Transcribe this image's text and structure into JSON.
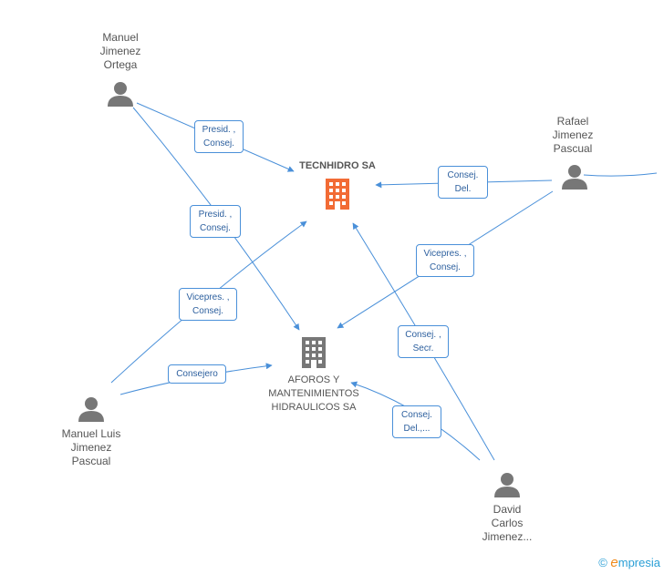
{
  "companies": {
    "tecnhidro": {
      "name": "TECNHIDRO SA",
      "color": "#f26b35"
    },
    "aforos": {
      "name_lines": [
        "AFOROS Y",
        "MANTENIMIENTOS",
        "HIDRAULICOS SA"
      ],
      "color": "#777777"
    }
  },
  "people": {
    "manuel_jo": {
      "lines": [
        "Manuel",
        "Jimenez",
        "Ortega"
      ]
    },
    "rafael": {
      "lines": [
        "Rafael",
        "Jimenez",
        "Pascual"
      ]
    },
    "manuel_lj": {
      "lines": [
        "Manuel Luis",
        "Jimenez",
        "Pascual"
      ]
    },
    "david": {
      "lines": [
        "David",
        "Carlos",
        "Jimenez..."
      ]
    }
  },
  "relations": [
    {
      "id": "r1",
      "lines": [
        "Presid. ,",
        "Consej."
      ]
    },
    {
      "id": "r2",
      "lines": [
        "Presid. ,",
        "Consej."
      ]
    },
    {
      "id": "r3",
      "lines": [
        "Consej.",
        "Del."
      ]
    },
    {
      "id": "r4",
      "lines": [
        "Vicepres. ,",
        "Consej."
      ]
    },
    {
      "id": "r5",
      "lines": [
        "Vicepres. ,",
        "Consej."
      ]
    },
    {
      "id": "r6",
      "lines": [
        "Consejero"
      ]
    },
    {
      "id": "r7",
      "lines": [
        "Consej. ,",
        "Secr."
      ]
    },
    {
      "id": "r8",
      "lines": [
        "Consej.",
        "Del.,..."
      ]
    }
  ],
  "footer": {
    "copyright": "©",
    "brand_e": "e",
    "brand_rest": "mpresia"
  },
  "colors": {
    "edge": "#4a90d9",
    "person": "#777777"
  }
}
